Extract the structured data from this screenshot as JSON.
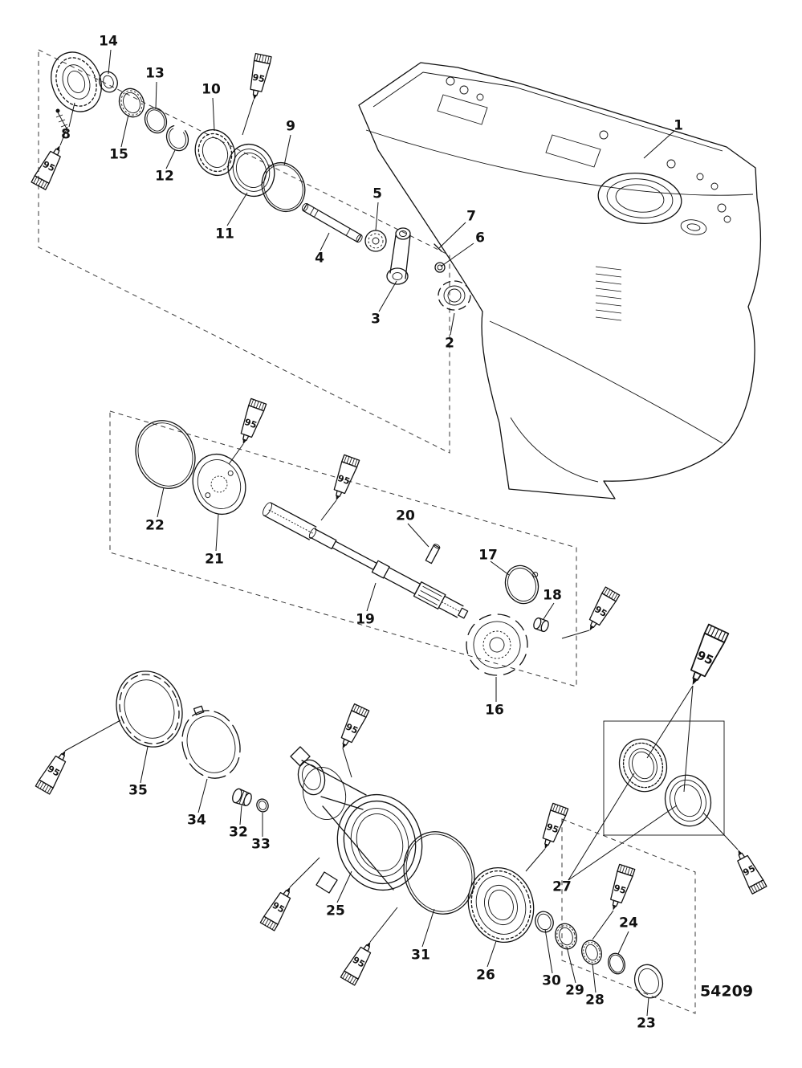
{
  "diagram": {
    "drawing_number": "54209",
    "lubricant_label": "95",
    "callouts": [
      "1",
      "2",
      "3",
      "4",
      "5",
      "6",
      "7",
      "8",
      "9",
      "10",
      "11",
      "12",
      "13",
      "14",
      "15",
      "16",
      "17",
      "18",
      "19",
      "20",
      "21",
      "22",
      "23",
      "24",
      "25",
      "26",
      "27",
      "28",
      "29",
      "30",
      "31",
      "32",
      "33",
      "34",
      "35"
    ]
  }
}
